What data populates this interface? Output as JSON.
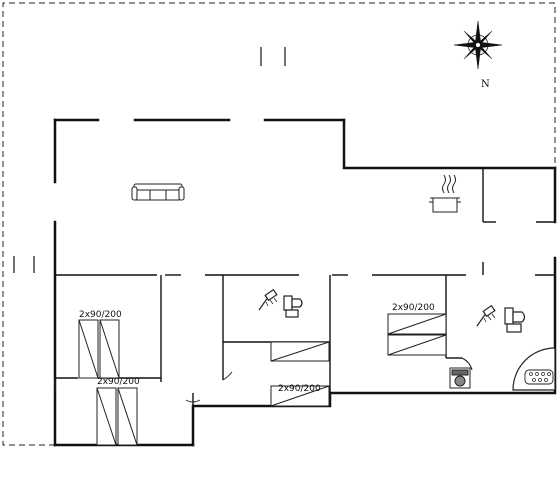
{
  "colors": {
    "wall": "#111111",
    "line": "#222222",
    "background": "#ffffff",
    "appliance_fill": "#dddddd"
  },
  "compass": {
    "north_label": "N"
  },
  "bed_labels": {
    "bedroom_left_top": "2x90/200",
    "bedroom_left_bottom": "2x90/200",
    "bedroom_center": "2x90/200",
    "bedroom_right": "2x90/200"
  },
  "icons": [
    "compass-rose-icon",
    "sofa-icon",
    "cooking-pot-icon",
    "shower-icon",
    "toilet-icon",
    "washing-machine-icon",
    "hot-tub-icon",
    "single-bed-icon"
  ]
}
